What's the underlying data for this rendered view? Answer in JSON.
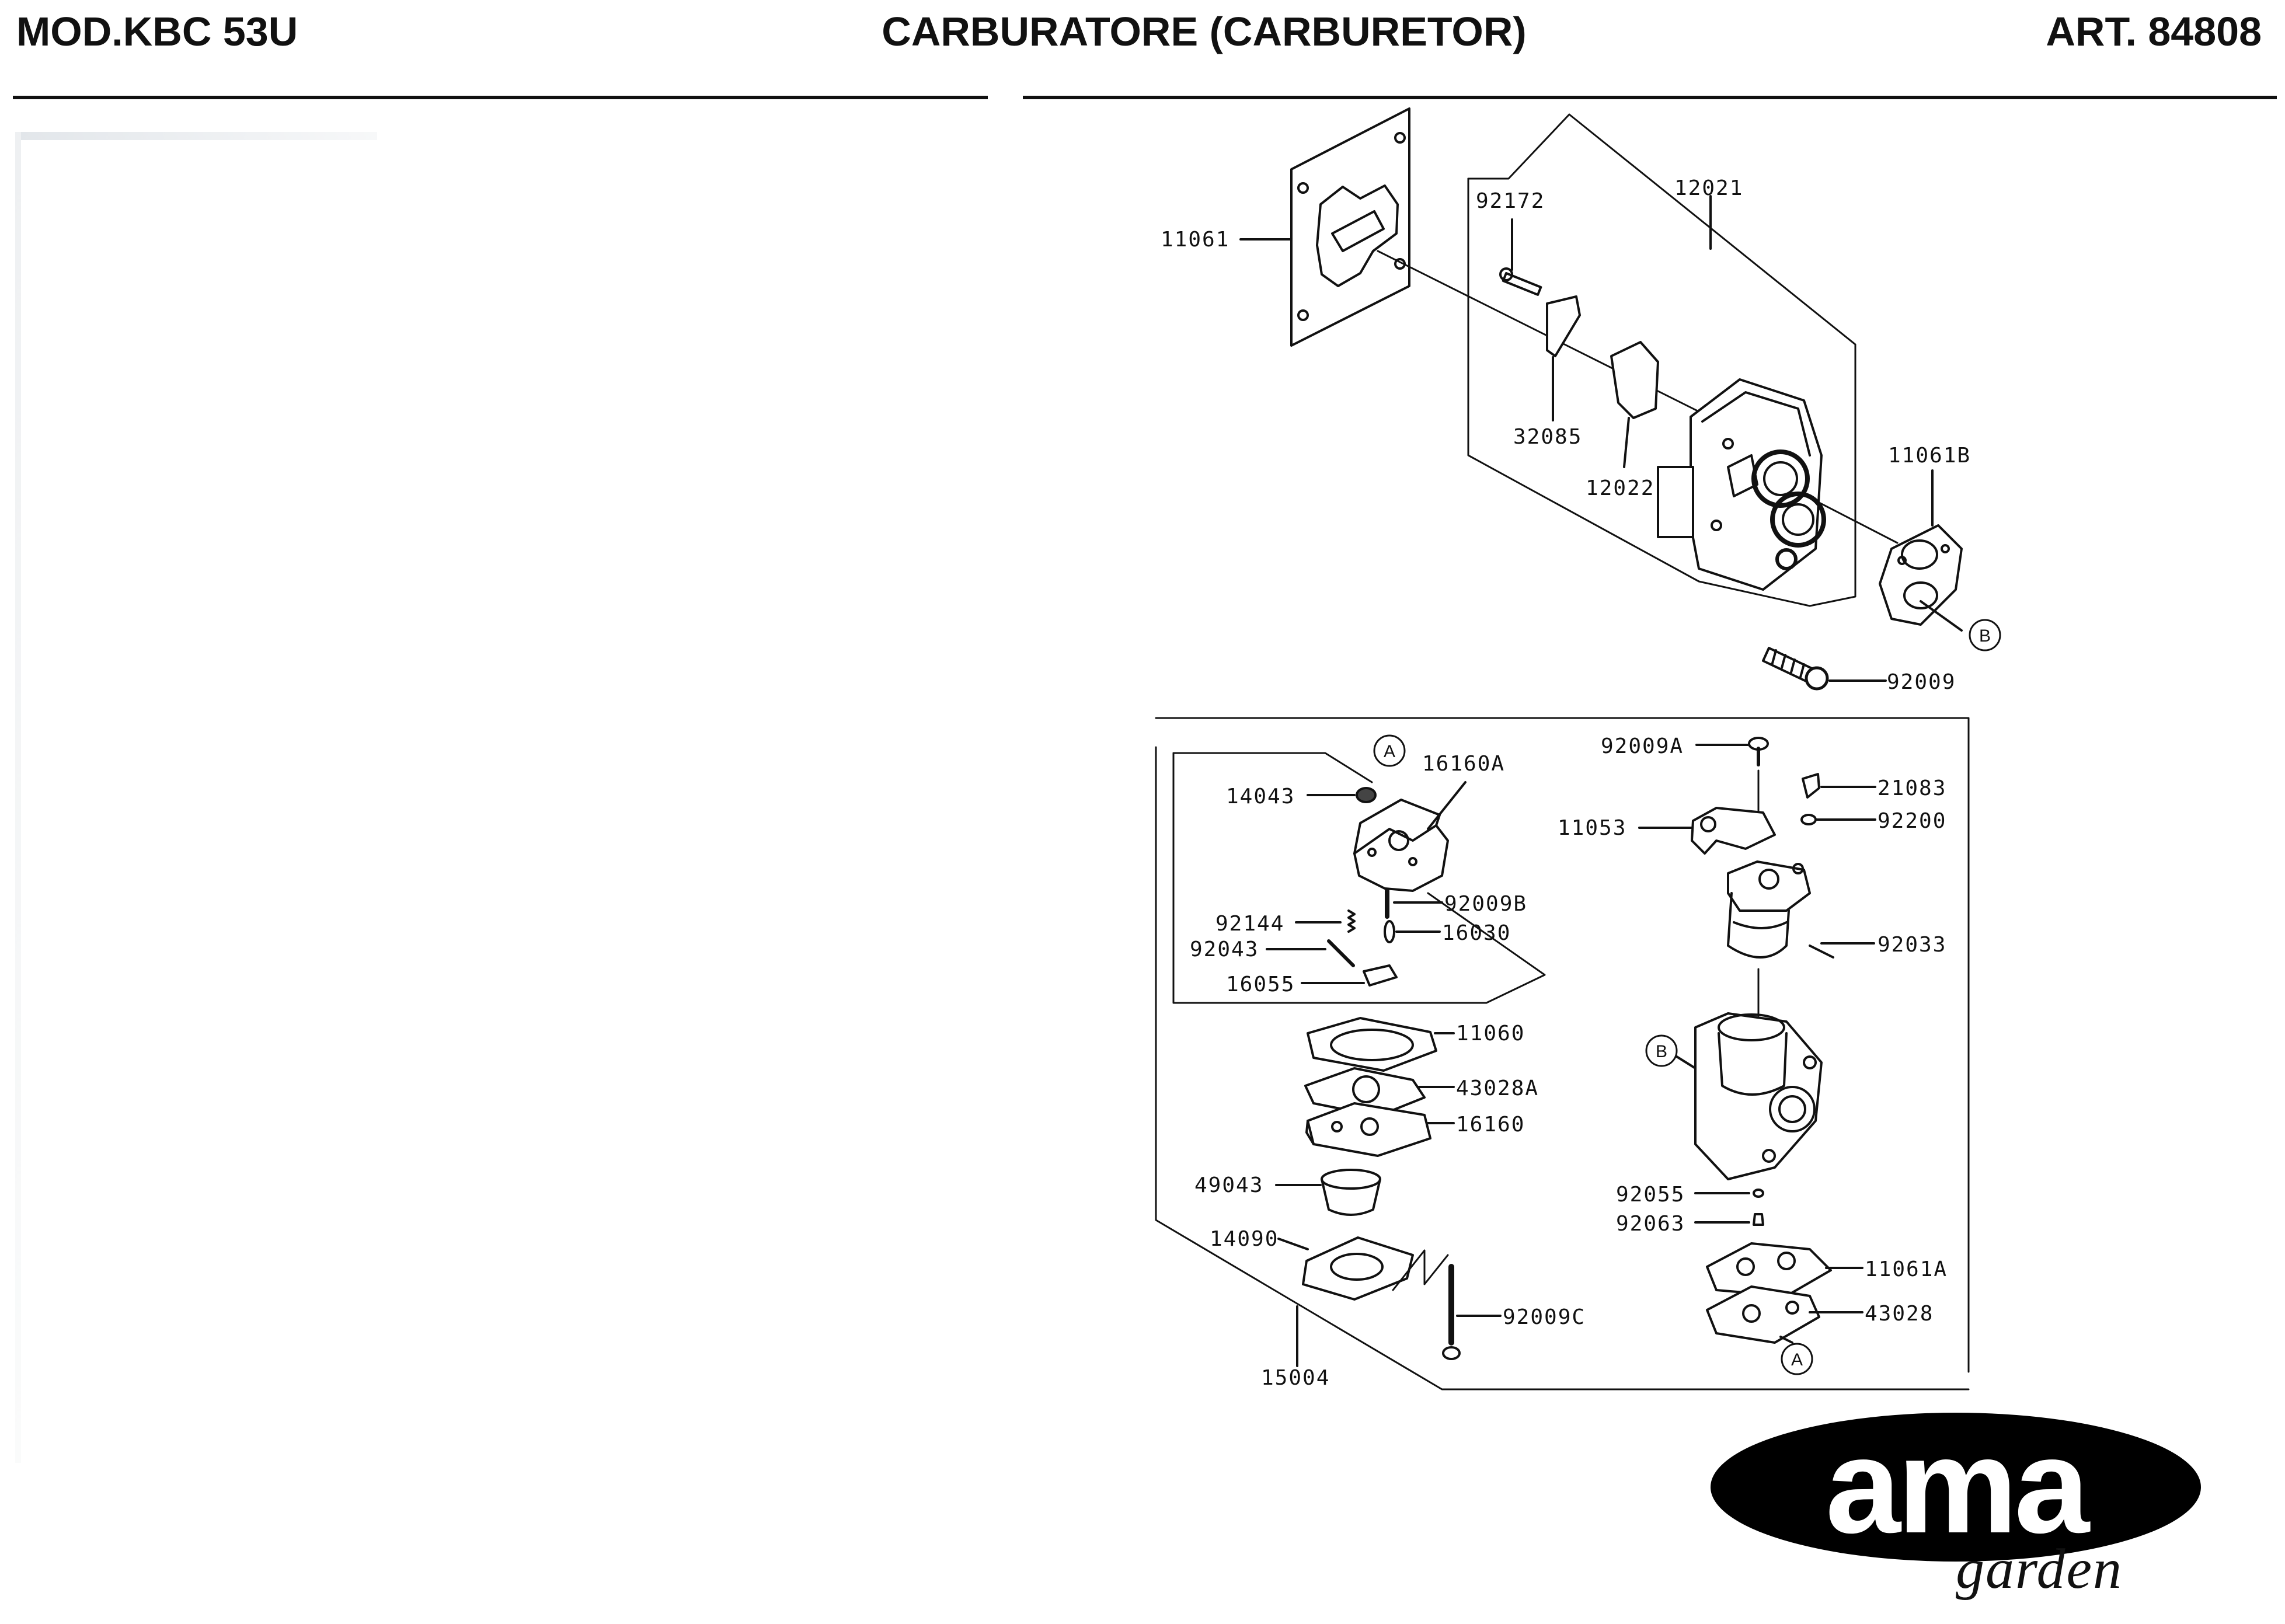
{
  "header": {
    "model": "MOD.KBC 53U",
    "title": "CARBURATORE (CARBURETOR)",
    "article": "ART. 84808"
  },
  "callouts": {
    "p11061": "11061",
    "p92172": "92172",
    "p12021": "12021",
    "p32085": "32085",
    "p12022": "12022",
    "p11061B": "11061B",
    "p92009": "92009",
    "p16160A": "16160A",
    "p14043": "14043",
    "p92009B": "92009B",
    "p92144": "92144",
    "p16030": "16030",
    "p92043": "92043",
    "p16055": "16055",
    "p11060": "11060",
    "p43028A": "43028A",
    "p16160": "16160",
    "p49043": "49043",
    "p14090": "14090",
    "p92009C": "92009C",
    "p15004": "15004",
    "p92009A": "92009A",
    "p21083": "21083",
    "p11053": "11053",
    "p92200": "92200",
    "p92033": "92033",
    "p92055": "92055",
    "p92063": "92063",
    "p11061A": "11061A",
    "p43028": "43028"
  },
  "markers": {
    "a": "A",
    "b": "B"
  },
  "logo": {
    "brand": "ama",
    "tagline": "garden"
  }
}
